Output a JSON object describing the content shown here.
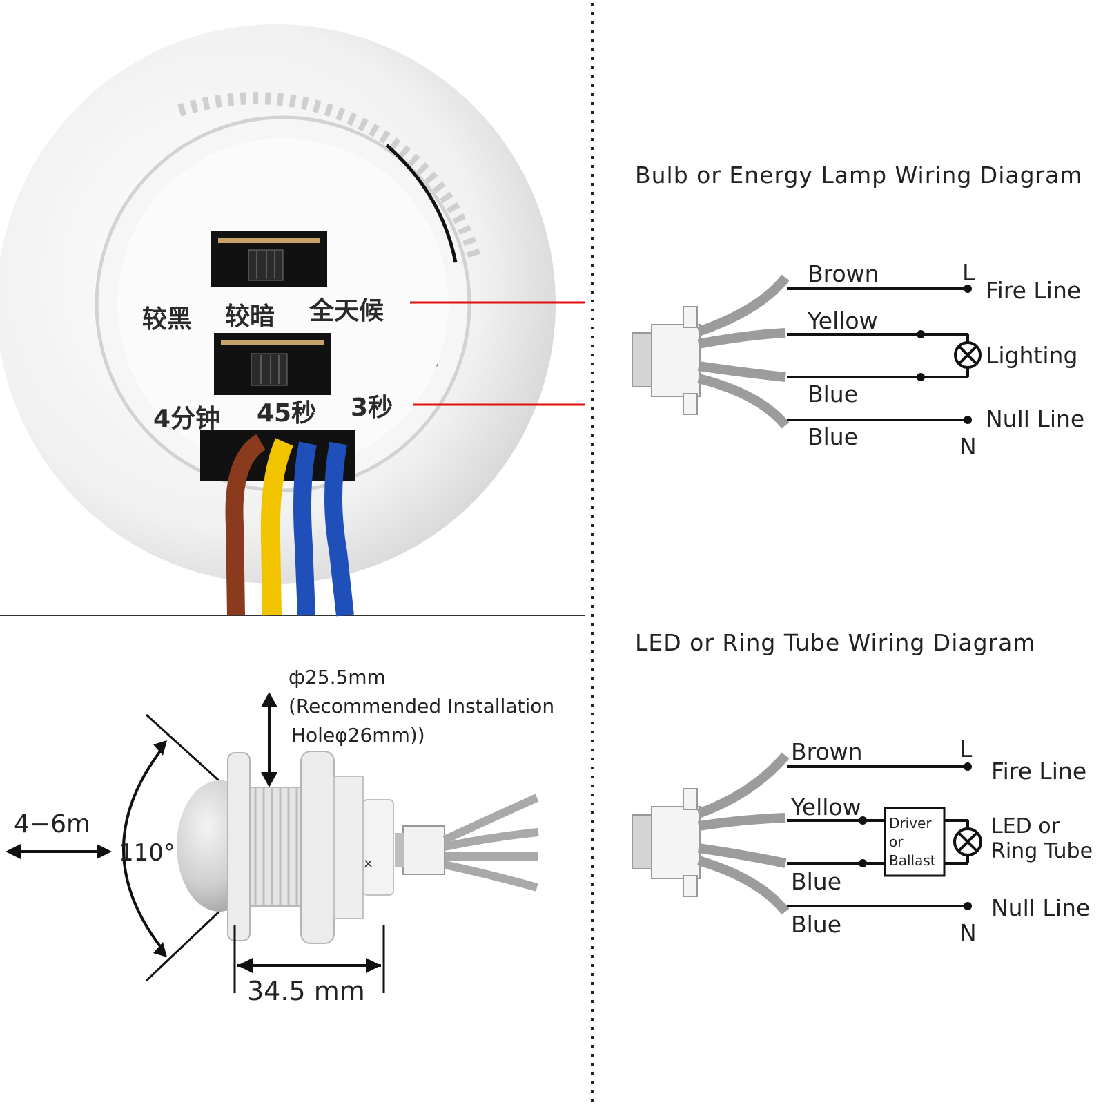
{
  "top_left": {
    "sensitivity_labels": [
      "较黑",
      "较暗",
      "全天候"
    ],
    "time_labels": [
      "4分钟",
      "45秒",
      "3秒"
    ],
    "colors": {
      "brown": "#8a3b1e",
      "yellow": "#f2c400",
      "blue": "#1f4fb8",
      "callout": "#e01010"
    }
  },
  "bottom_left": {
    "diameter_line1": "ф25.5mm",
    "diameter_line2": "(Recommended Installation",
    "diameter_line3": "Holeφ26mm))",
    "range_label": "4−6m",
    "angle_label": "110°",
    "length_label": "34.5 mm",
    "cross_mark": "×"
  },
  "diagram_bulb": {
    "title": "Bulb or Energy Lamp Wiring Diagram",
    "wire_brown": "Brown",
    "wire_yellow": "Yellow",
    "wire_blue_1": "Blue",
    "wire_blue_2": "Blue",
    "terminal_L": "L",
    "terminal_N": "N",
    "fire_line": "Fire Line",
    "lighting": "Lighting",
    "null_line": "Null Line"
  },
  "diagram_led": {
    "title": "LED or Ring Tube Wiring Diagram",
    "wire_brown": "Brown",
    "wire_yellow": "Yellow",
    "wire_blue_1": "Blue",
    "wire_blue_2": "Blue",
    "terminal_L": "L",
    "terminal_N": "N",
    "fire_line": "Fire Line",
    "driver_line1": "Driver",
    "driver_line2": "or",
    "driver_line3": "Ballast",
    "led_line1": "LED or",
    "led_line2": "Ring Tube",
    "null_line": "Null Line"
  }
}
